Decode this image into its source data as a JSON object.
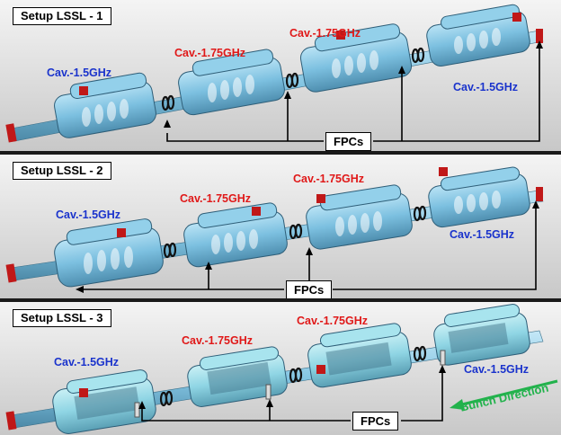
{
  "panels": [
    {
      "title": "Setup LSSL - 1",
      "cavities": [
        "Cav.-1.5GHz",
        "Cav.-1.75GHz",
        "Cav.-1.75GHz",
        "Cav.-1.5GHz"
      ],
      "fpc_label": "FPCs"
    },
    {
      "title": "Setup LSSL - 2",
      "cavities": [
        "Cav.-1.5GHz",
        "Cav.-1.75GHz",
        "Cav.-1.75GHz",
        "Cav.-1.5GHz"
      ],
      "fpc_label": "FPCs"
    },
    {
      "title": "Setup LSSL - 3",
      "cavities": [
        "Cav.-1.5GHz",
        "Cav.-1.75GHz",
        "Cav.-1.75GHz",
        "Cav.-1.5GHz"
      ],
      "fpc_label": "FPCs",
      "bunch_label": "Bunch Direction"
    }
  ],
  "colors": {
    "cav_1_5": "#1a33cc",
    "cav_1_75": "#e01818",
    "cryo_body": "#8ecde8",
    "bunch_arrow": "#22b24c"
  }
}
